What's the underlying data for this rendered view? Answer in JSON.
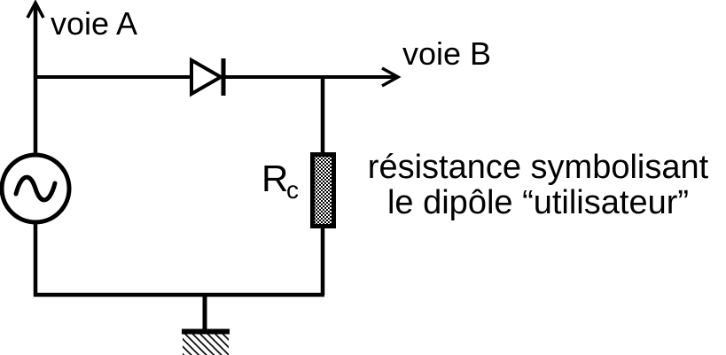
{
  "figure": {
    "type": "circuit-diagram",
    "background_color": "#ffffff",
    "line_color": "#000000",
    "labels": {
      "voie_a": "voie A",
      "voie_b": "voie B",
      "resistor_symbol": "R",
      "resistor_subscript": "c",
      "annotation_line1": "résistance symbolisant",
      "annotation_line2": "le dipôle “utilisateur”"
    },
    "icons": {
      "ac_source": "ac-source-icon",
      "diode": "diode-icon",
      "load_resistor": "resistor-icon",
      "ground": "ground-icon",
      "arrow_up": "arrow-up-icon",
      "arrow_right": "arrow-right-icon"
    }
  }
}
